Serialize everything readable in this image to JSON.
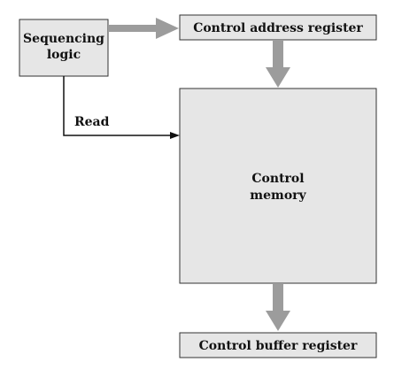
{
  "diagram": {
    "sequencing_logic": {
      "line1": "Sequencing",
      "line2": "logic"
    },
    "control_address_register": "Control address register",
    "control_memory": {
      "line1": "Control",
      "line2": "memory"
    },
    "control_buffer_register": "Control buffer register",
    "read_label": "Read"
  },
  "colors": {
    "box_fill": "#e6e6e6",
    "box_stroke": "#333333",
    "fat_arrow": "#9c9c9c",
    "line": "#111111"
  }
}
